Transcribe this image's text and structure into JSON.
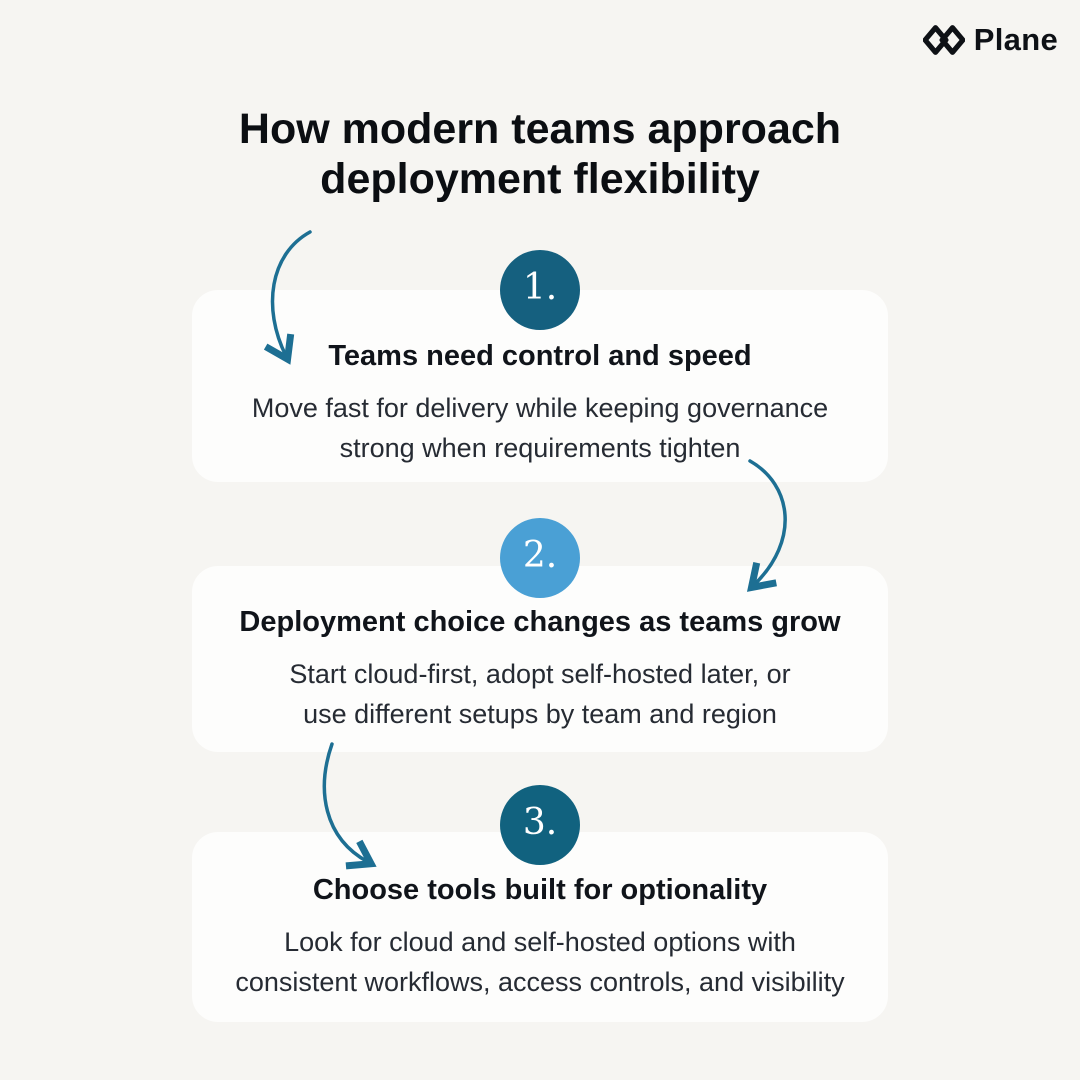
{
  "brand": {
    "name": "Plane"
  },
  "title": {
    "line1": "How modern teams approach",
    "line2": "deployment flexibility"
  },
  "steps": [
    {
      "number": "1.",
      "heading": "Teams need control and speed",
      "body1": "Move fast for delivery while keeping governance",
      "body2": "strong when requirements tighten"
    },
    {
      "number": "2.",
      "heading": "Deployment choice changes as teams grow",
      "body1": "Start cloud-first, adopt self-hosted later, or",
      "body2": "use different setups by team and region"
    },
    {
      "number": "3.",
      "heading": "Choose tools built for optionality",
      "body1": "Look for cloud and self-hosted options with",
      "body2": "consistent workflows, access controls, and visibility"
    }
  ],
  "colors": {
    "background": "#f6f5f2",
    "card": "#fdfdfc",
    "badge1": "#15607f",
    "badge2": "#4aa0d5",
    "badge3": "#11627f",
    "arrow": "#1d6f93",
    "text": "#0d1014"
  }
}
